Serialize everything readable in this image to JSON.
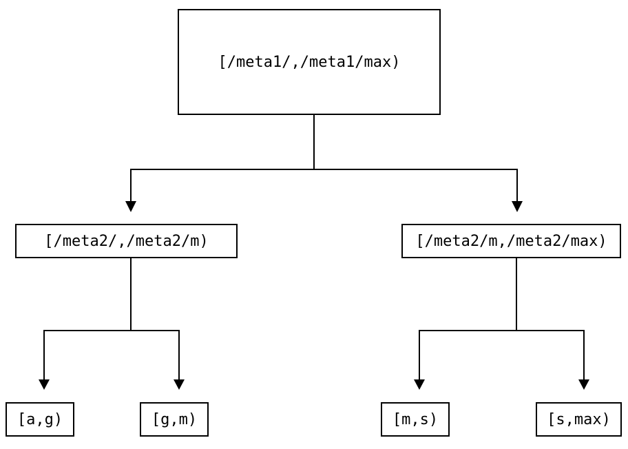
{
  "diagram": {
    "type": "tree",
    "orientation": "top-down",
    "background_color": "#ffffff",
    "line_color": "#000000",
    "text_color": "#000000",
    "arrow_style": "filled-triangle-down",
    "nodes": {
      "root": {
        "label": "[/meta1/,/meta1/max)"
      },
      "left": {
        "label": "[/meta2/,/meta2/m)"
      },
      "right": {
        "label": "[/meta2/m,/meta2/max)"
      },
      "left_left": {
        "label": "[a,g)"
      },
      "left_right": {
        "label": "[g,m)"
      },
      "right_left": {
        "label": "[m,s)"
      },
      "right_right": {
        "label": "[s,max)"
      }
    },
    "edges": [
      {
        "from": "root",
        "to": "left"
      },
      {
        "from": "root",
        "to": "right"
      },
      {
        "from": "left",
        "to": "left_left"
      },
      {
        "from": "left",
        "to": "left_right"
      },
      {
        "from": "right",
        "to": "right_left"
      },
      {
        "from": "right",
        "to": "right_right"
      }
    ]
  }
}
